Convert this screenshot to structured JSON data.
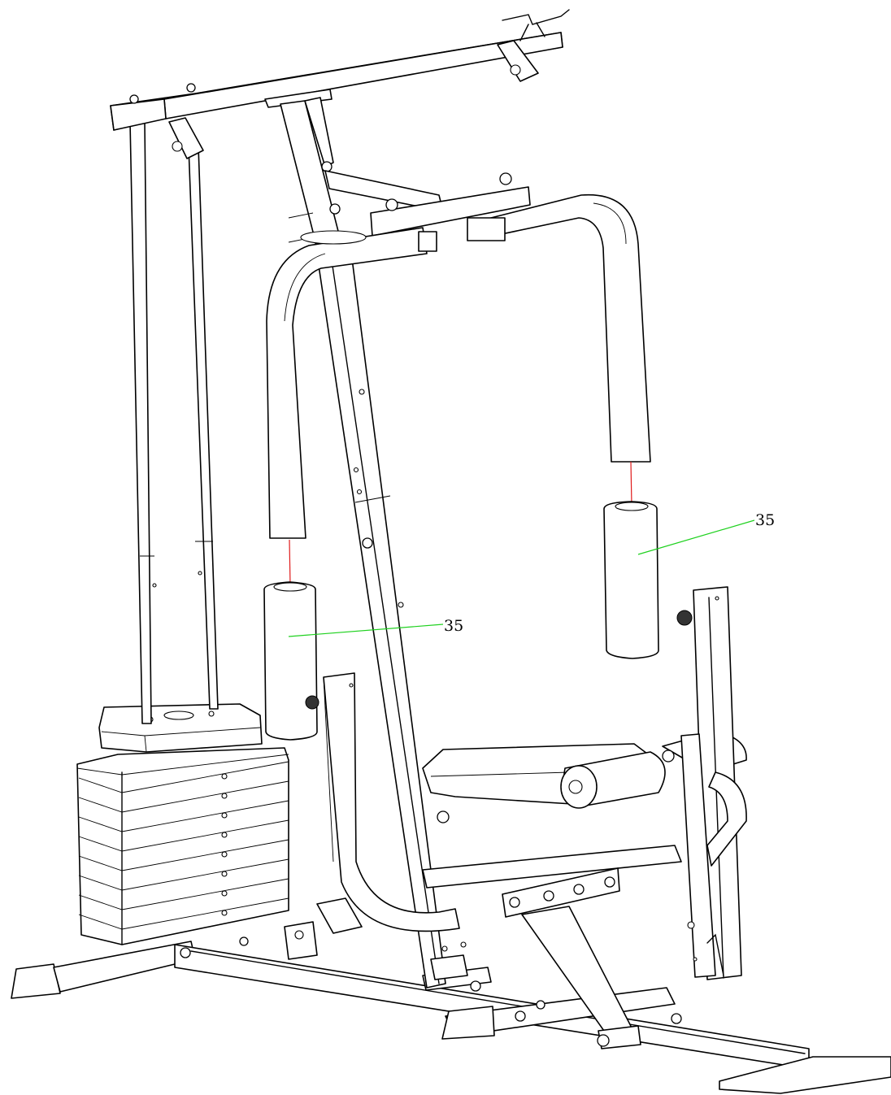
{
  "callouts": [
    {
      "id": "left-pad",
      "number": "35"
    },
    {
      "id": "right-pad",
      "number": "35"
    }
  ],
  "colors": {
    "leader_line": "#1fd11f",
    "axis_line": "#e01b1b",
    "outline": "#000000",
    "background": "#ffffff"
  }
}
